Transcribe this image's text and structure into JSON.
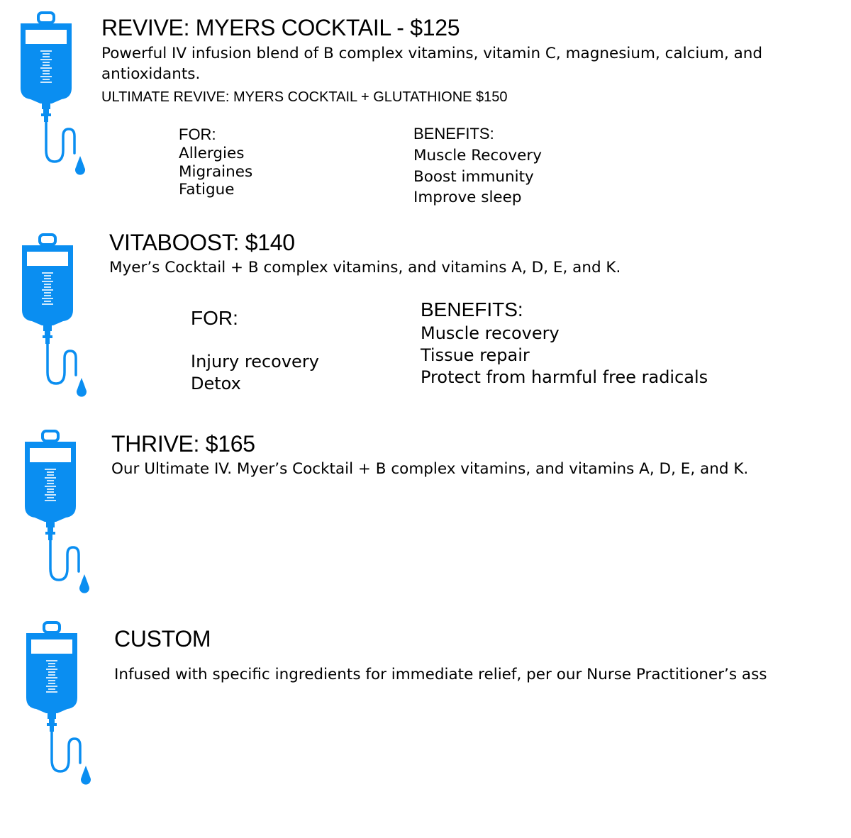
{
  "colors": {
    "icon_blue": "#0a8ef1",
    "text": "#000000"
  },
  "icons": [
    "iv-bag-icon"
  ],
  "sections": [
    {
      "title": "REVIVE: MYERS COCKTAIL - $125",
      "description": "Powerful IV infusion blend of B complex vitamins, vitamin C, magnesium, calcium, and antioxidants.",
      "upgrade": "ULTIMATE REVIVE: MYERS COCKTAIL + GLUTATHIONE $150",
      "for_label": "FOR:",
      "for_items": [
        "Allergies",
        "Migraines",
        "Fatigue"
      ],
      "benefits_label": "BENEFITS:",
      "benefits_items": [
        "Muscle Recovery",
        "Boost immunity",
        "Improve sleep"
      ]
    },
    {
      "title": "VITABOOST: $140",
      "description": "Myer’s Cocktail + B complex vitamins, and vitamins A, D, E, and K.",
      "for_label": "FOR:",
      "for_items": [
        "Injury recovery",
        "Detox"
      ],
      "benefits_label": "BENEFITS:",
      "benefits_items": [
        "Muscle recovery",
        "Tissue repair",
        "Protect from harmful free radicals"
      ]
    },
    {
      "title": "THRIVE: $165",
      "description": "Our Ultimate IV. Myer’s Cocktail + B complex vitamins, and vitamins A, D, E, and K."
    },
    {
      "title": "CUSTOM",
      "description": "Infused with specific ingredients for immediate relief, per our Nurse Practitioner’s ass"
    }
  ]
}
